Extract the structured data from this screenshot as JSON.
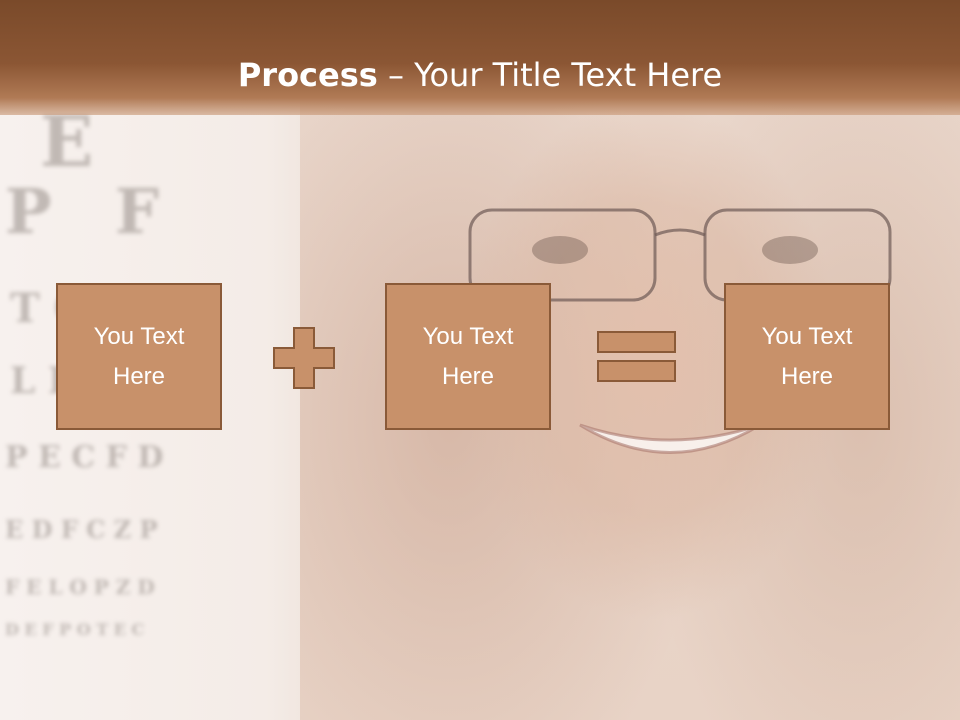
{
  "slide": {
    "title_bold": "Process",
    "title_rest": " – Your Title Text Here"
  },
  "process": {
    "boxes": [
      {
        "text": "You Text\nHere"
      },
      {
        "text": "You Text\nHere"
      },
      {
        "text": "You Text\nHere"
      }
    ],
    "operators": [
      "plus",
      "equals"
    ]
  },
  "colors": {
    "header": "#8b5634",
    "box_fill": "#c8916a",
    "box_border": "#8a5a38"
  }
}
